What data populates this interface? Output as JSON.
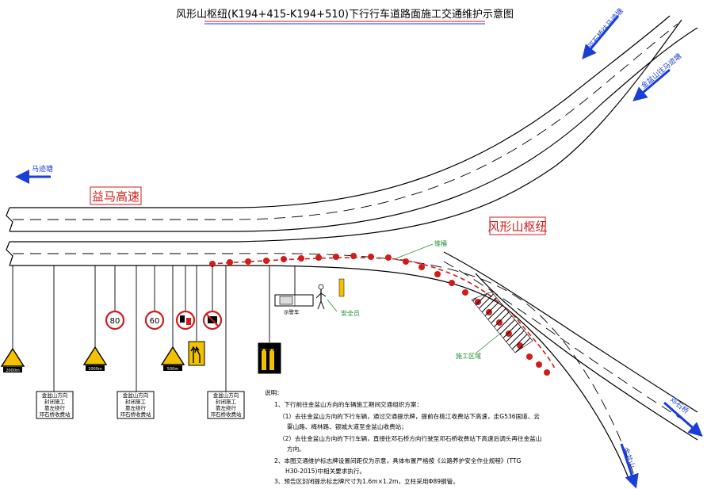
{
  "title": "风形山枢纽(K194+415-K194+510)下行行车道路面施工交通维护示意图",
  "road_labels": {
    "yima": "益马高速",
    "fengxing": "风形山枢纽"
  },
  "direction_labels": {
    "mashi": "马迹塘",
    "dengshiqiao_to_majitang": "邓石桥往马迹塘",
    "jinpenshan_to_majitang": "金盆山往马迹塘",
    "dengshiqiao": "邓石桥",
    "jinpenshan": "金盆山"
  },
  "callouts": {
    "cones": "锥桶",
    "flagman": "安全员",
    "work_zone": "施工区域",
    "escort": "示警车"
  },
  "signs": {
    "dist_2000": "2000m",
    "dist_1000": "1000m",
    "dist_500": "500m",
    "speed_80": "80",
    "speed_60": "60"
  },
  "info_boards": [
    [
      "金盆山方向",
      "封闭施工",
      "靠左绕行",
      "邓石桥收费站"
    ],
    [
      "金盆山方向",
      "封闭施工",
      "靠左绕行",
      "邓石桥收费站"
    ],
    [
      "金盆山方向",
      "封闭施工",
      "靠左绕行",
      "邓石桥收费站"
    ]
  ],
  "notes": {
    "heading": "说明：",
    "lines": [
      "1、下行前往金盆山方向的车辆施工期间交通组织方案：",
      "（1）去往金盆山方向的下行车辆，通过交通提示牌，提前在桃江收费站下高速，走G536国道、云",
      "雾山路、梅林路、银城大道至金盆山收费站；",
      "（2）去往金盆山方向的下行车辆，直接往邓石桥方向行驶至邓石桥收费站下高速后调头再往金盆山",
      "方向。",
      "2、本图交通维护标志牌设置间距仅为示意，具体布置严格按《公路养护安全作业规程》(TTG",
      "H30-2015)中相关要求执行。",
      "3、预告区封闭提示标志牌尺寸为1.6m×1.2m，立柱采用Φ89钢管。"
    ]
  },
  "colors": {
    "red": "#d21b1b",
    "blue": "#1a3fd6",
    "green": "#1c8f2c",
    "yellow": "#f2c200"
  }
}
